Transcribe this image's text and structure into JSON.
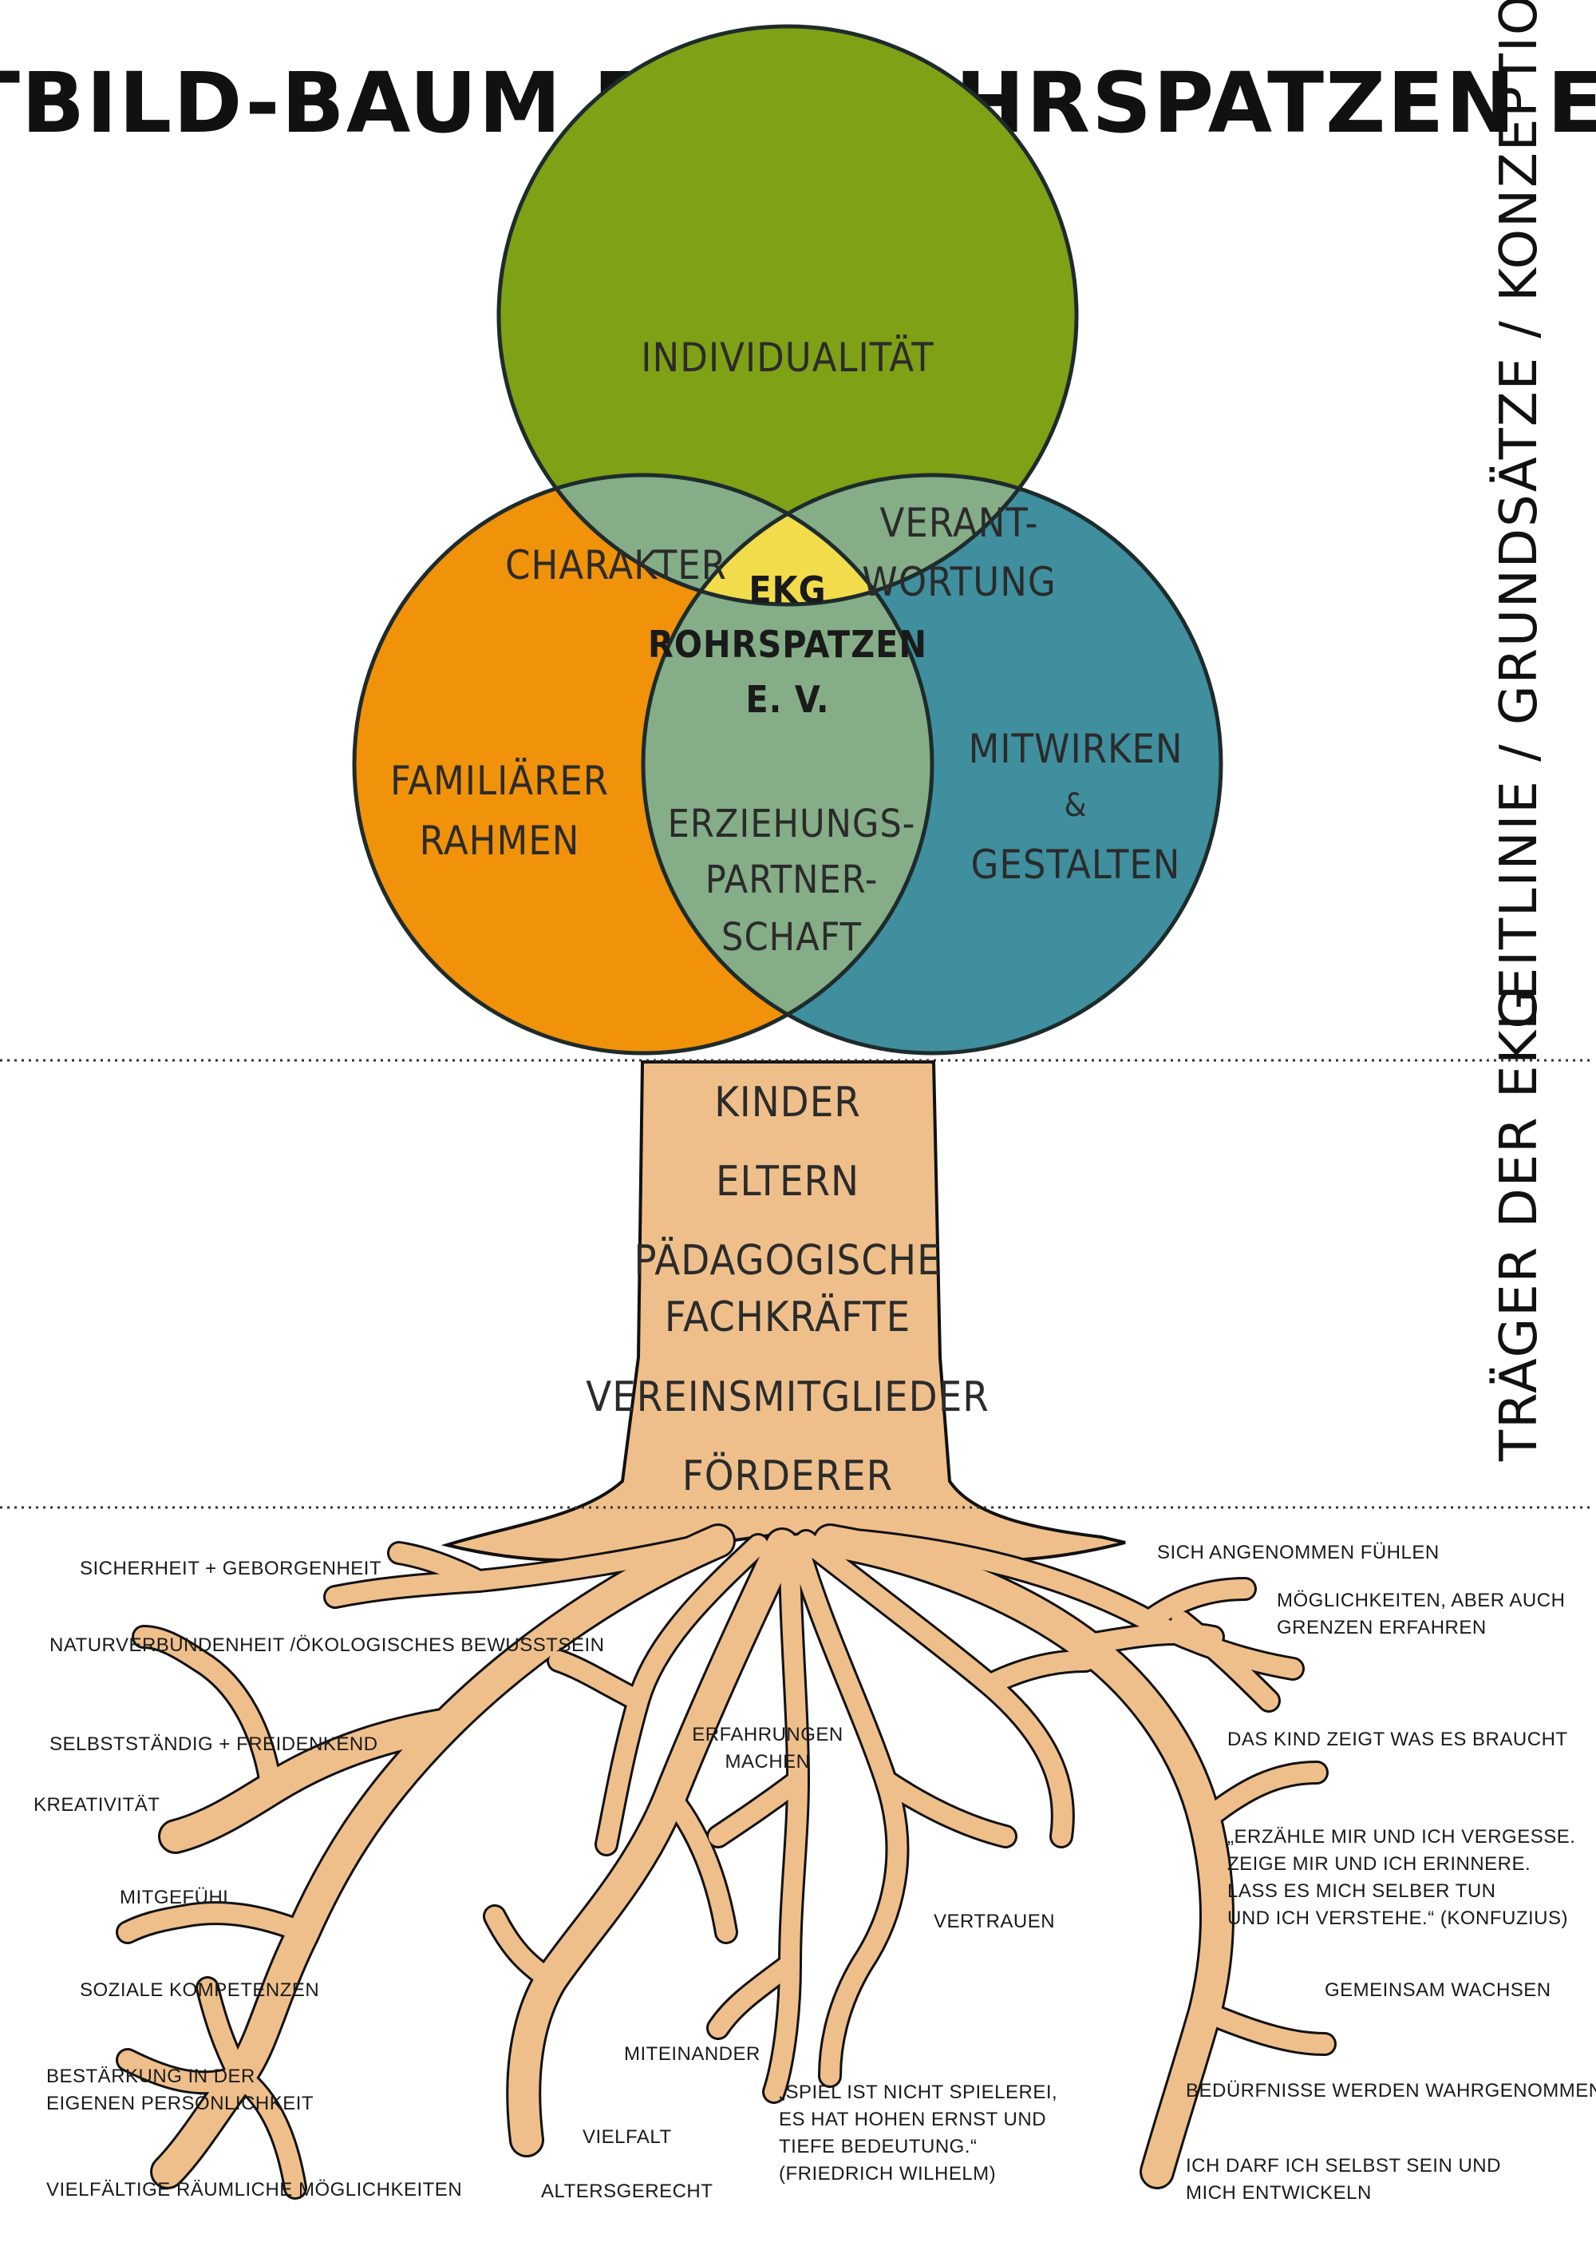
{
  "title": "LEITBILD-BAUM EKG ROHRSPATZEN E. V.",
  "circles": {
    "top": {
      "label": "INDIVIDUALITÄT",
      "color": "#7fa115"
    },
    "left": {
      "lines": [
        "FAMILIÄRER",
        "RAHMEN"
      ],
      "color": "#f0920a"
    },
    "right": {
      "lines": [
        "MITWIRKEN",
        "&",
        "GESTALTEN"
      ],
      "color": "#3f8f9f"
    }
  },
  "overlaps": {
    "top_left": "CHARAKTER",
    "top_right": [
      "VERANT-",
      "WORTUNG"
    ],
    "left_right": [
      "ERZIEHUNGS-",
      "PARTNER-",
      "SCHAFT"
    ],
    "center": [
      "EKG",
      "ROHRSPATZEN",
      "E. V."
    ],
    "overlap_color": "#85ad87",
    "center_color": "#f2dc4c"
  },
  "trunk": {
    "color": "#efbf8b",
    "items": [
      "KINDER",
      "ELTERN",
      "PÄDAGOGISCHE",
      "FACHKRÄFTE",
      "VEREINSMITGLIEDER",
      "FÖRDERER"
    ]
  },
  "side_labels": {
    "crown": "LEITLINIE / GRUNDSÄTZE / KONZEPTION /",
    "trunk": "TRÄGER DER EKG"
  },
  "roots_left": [
    "SICHERHEIT + GEBORGENHEIT",
    "NATURVERBUNDENHEIT /ÖKOLOGISCHES BEWUSSTSEIN",
    "SELBSTSTÄNDIG + FREIDENKEND",
    "KREATIVITÄT",
    "MITGEFÜHL",
    "SOZIALE KOMPETENZEN",
    [
      "BESTÄRKUNG IN DER",
      "EIGENEN PERSÖNLICHKEIT"
    ],
    "VIELFÄLTIGE RÄUMLICHE MÖGLICHKEITEN"
  ],
  "roots_middle": {
    "erfahrungen": [
      "ERFAHRUNGEN",
      "MACHEN"
    ],
    "vertrauen": "VERTRAUEN",
    "miteinander": "MITEINANDER",
    "vielfalt": "VIELFALT",
    "altersgerecht": "ALTERSGERECHT",
    "quote": [
      "„SPIEL IST NICHT SPIELEREI,",
      "ES HAT HOHEN ERNST UND",
      "TIEFE BEDEUTUNG.“",
      "(FRIEDRICH WILHELM)"
    ]
  },
  "roots_right": [
    "SICH ANGENOMMEN FÜHLEN",
    [
      "MÖGLICHKEITEN, ABER AUCH",
      "GRENZEN ERFAHREN"
    ],
    "DAS KIND ZEIGT WAS ES BRAUCHT",
    [
      "„ERZÄHLE MIR UND ICH VERGESSE.",
      "ZEIGE MIR UND ICH ERINNERE.",
      "LASS ES MICH SELBER TUN",
      "UND ICH VERSTEHE.“ (KONFUZIUS)"
    ],
    "GEMEINSAM WACHSEN",
    "BEDÜRFNISSE WERDEN WAHRGENOMMEN",
    [
      "ICH DARF ICH SELBST SEIN UND",
      "MICH ENTWICKELN"
    ]
  ]
}
